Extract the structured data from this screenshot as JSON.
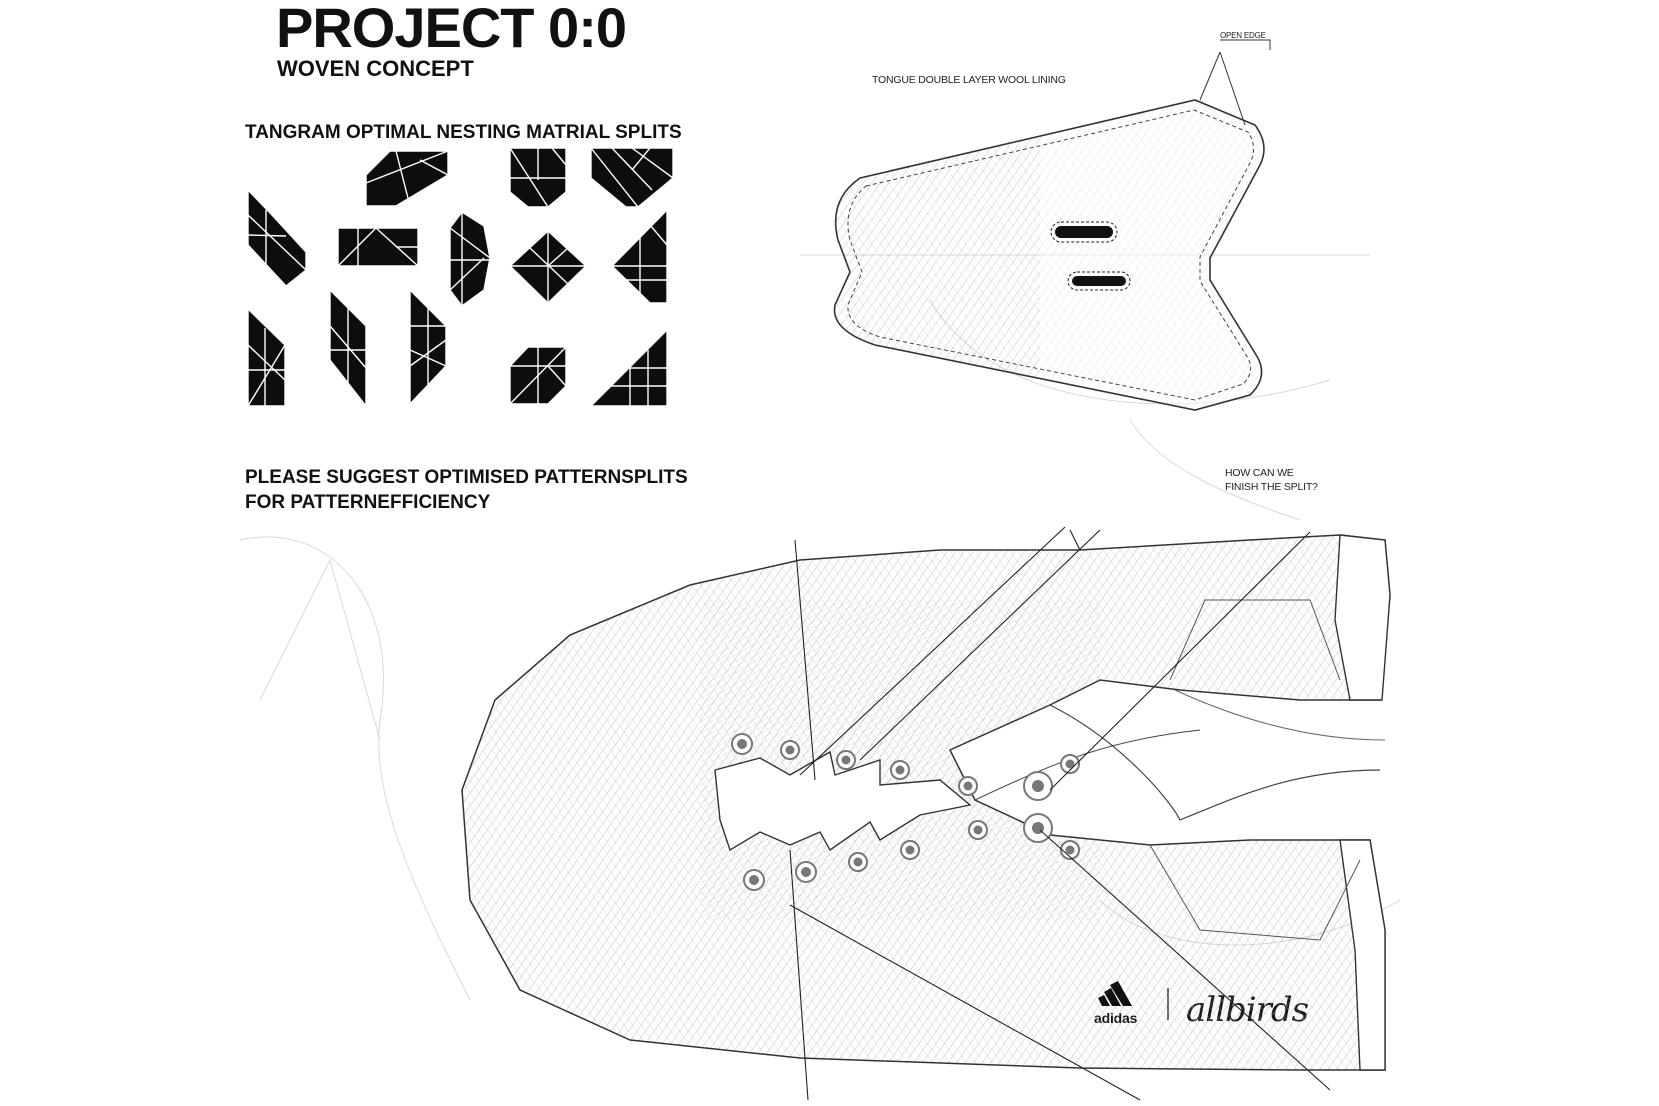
{
  "header": {
    "title": "PROJECT 0:0",
    "subtitle": "WOVEN CONCEPT"
  },
  "sections": {
    "tangram": "TANGRAM OPTIMAL NESTING MATRIAL SPLITS",
    "request_line1": "PLEASE SUGGEST OPTIMISED PATTERNSPLITS",
    "request_line2": "FOR PATTERNEFFICIENCY"
  },
  "annotations": {
    "open_edge": "OPEN EDGE",
    "tongue_lining": "TONGUE DOUBLE LAYER WOOL LINING",
    "finish_line1": "HOW CAN WE",
    "finish_line2": "FINISH THE SPLIT?"
  },
  "brands": {
    "adidas": "adidas",
    "allbirds": "allbirds"
  },
  "colors": {
    "ink": "#111111",
    "hatch": "#9a9a9a",
    "faint": "#d4d4d4",
    "paper": "#ffffff"
  },
  "icons": {
    "brand_mark": "adidas-three-stripes-icon"
  }
}
